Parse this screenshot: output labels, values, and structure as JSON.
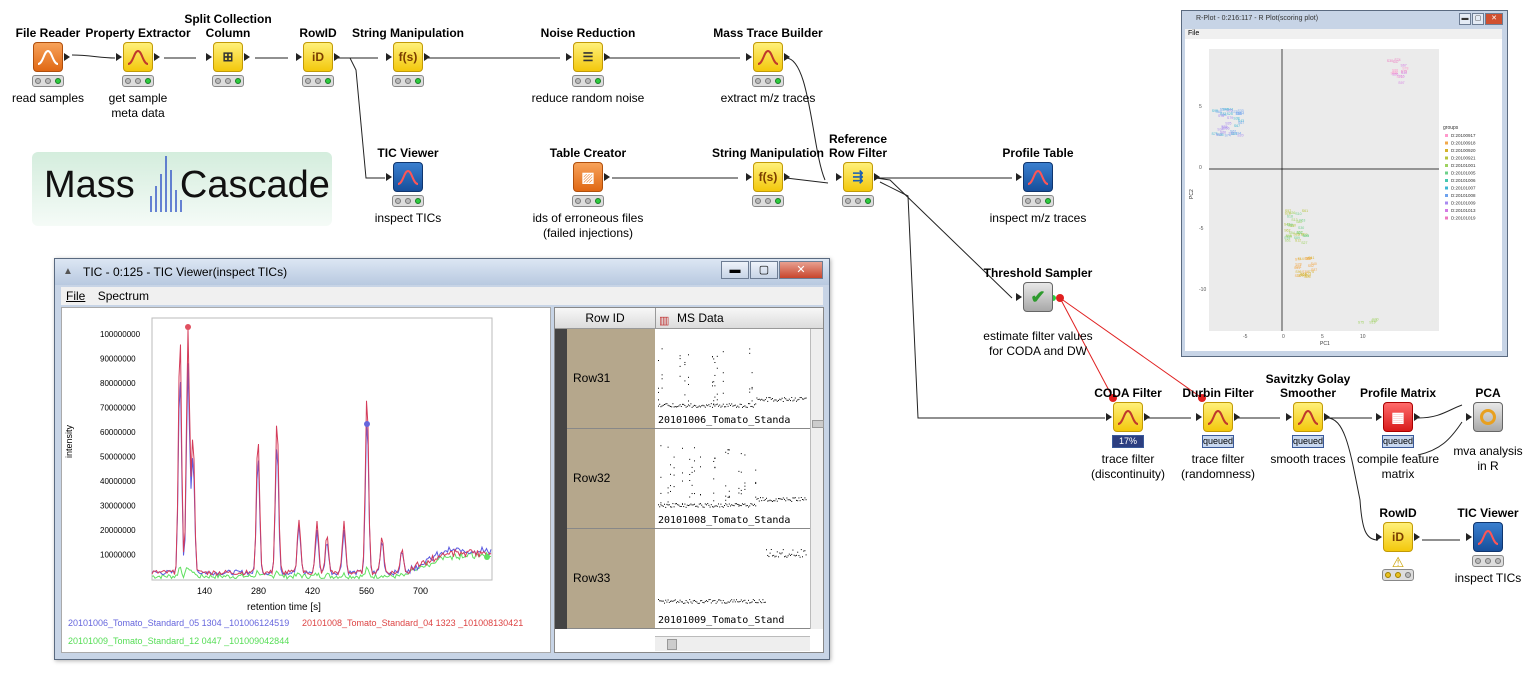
{
  "workflow": {
    "nodes": {
      "file_reader": {
        "title": "File Reader",
        "desc": "read samples"
      },
      "property_extractor": {
        "title": "Property Extractor",
        "desc": "get sample\nmeta data"
      },
      "split_collection": {
        "title": "Split Collection\nColumn",
        "desc": ""
      },
      "rowid_top": {
        "title": "RowID",
        "icon_text": "iD",
        "desc": ""
      },
      "string_manip_top": {
        "title": "String Manipulation",
        "icon_text": "f(s)",
        "desc": ""
      },
      "noise_reduction": {
        "title": "Noise Reduction",
        "desc": "reduce random noise"
      },
      "mass_trace_builder": {
        "title": "Mass Trace Builder",
        "desc": "extract m/z traces"
      },
      "tic_viewer_top": {
        "title": "TIC Viewer",
        "desc": "inspect TICs"
      },
      "table_creator": {
        "title": "Table Creator",
        "desc": "ids of erroneous files\n(failed injections)"
      },
      "string_manip_mid": {
        "title": "String Manipulation",
        "icon_text": "f(s)",
        "desc": ""
      },
      "reference_row_filter": {
        "title": "Reference\nRow Filter",
        "desc": ""
      },
      "profile_table": {
        "title": "Profile Table",
        "desc": "inspect m/z traces"
      },
      "threshold_sampler": {
        "title": "Threshold Sampler",
        "icon_text": "✔",
        "desc": "estimate filter values\nfor CODA and DW"
      },
      "coda_filter": {
        "title": "CODA Filter",
        "progress": "17%",
        "desc": "trace filter\n(discontinuity)"
      },
      "durbin_filter": {
        "title": "Durbin Filter",
        "progress": "queued",
        "desc": "trace filter\n(randomness)"
      },
      "savitzky_golay": {
        "title": "Savitzky Golay\nSmoother",
        "progress": "queued",
        "desc": "smooth traces"
      },
      "profile_matrix": {
        "title": "Profile Matrix",
        "progress": "queued",
        "desc": "compile feature\nmatrix"
      },
      "pca": {
        "title": "PCA",
        "desc": "mva analysis\nin R"
      },
      "rowid_bottom": {
        "title": "RowID",
        "icon_text": "iD",
        "warning": "⚠",
        "desc": ""
      },
      "tic_viewer_bottom": {
        "title": "TIC Viewer",
        "desc": "inspect TICs"
      }
    }
  },
  "logo": {
    "text_left": "Mass",
    "text_right": "Cascade"
  },
  "tic_window": {
    "title": "TIC - 0:125 - TIC Viewer(inspect TICs)",
    "menu": [
      "File",
      "Spectrum"
    ],
    "window_buttons": {
      "minimize": "▬",
      "maximize": "▢",
      "close": "✕"
    },
    "plot": {
      "ylabel": "intensity",
      "xlabel": "retention time [s]",
      "y_ticks": [
        "100000000",
        "90000000",
        "80000000",
        "70000000",
        "60000000",
        "50000000",
        "40000000",
        "30000000",
        "20000000",
        "10000000"
      ],
      "x_ticks": [
        "140",
        "280",
        "420",
        "560",
        "700"
      ],
      "legend": [
        {
          "text": "20101006_Tomato_Standard_05 1304 _101006124519",
          "color": "#6666dd"
        },
        {
          "text": "20101008_Tomato_Standard_04 1323 _101008130421",
          "color": "#dd4444"
        },
        {
          "text": "20101009_Tomato_Standard_12 0447 _101009042844",
          "color": "#55dd55"
        }
      ],
      "colors": {
        "blue": "#5a5ae0",
        "red": "#d43c5a",
        "green": "#5fe05f"
      }
    },
    "table": {
      "headers": [
        "Row ID",
        "MS Data"
      ],
      "rows": [
        {
          "id": "Row31",
          "label": "20101006_Tomato_Standa"
        },
        {
          "id": "Row32",
          "label": "20101008_Tomato_Standa"
        },
        {
          "id": "Row33",
          "label": "20101009_Tomato_Stand"
        }
      ]
    }
  },
  "rplot_window": {
    "title": "R-Plot - 0:216:117 - R Plot(scoring plot)",
    "menu": "File",
    "xlabel": "PC1",
    "ylabel": "PC2",
    "legend_title": "groups",
    "legend": [
      {
        "label": "D:20100917",
        "color": "#ff99cc"
      },
      {
        "label": "D:20100918",
        "color": "#f2a84a"
      },
      {
        "label": "D:20100920",
        "color": "#d6b22c"
      },
      {
        "label": "D:20100921",
        "color": "#b6c43c"
      },
      {
        "label": "D:20101001",
        "color": "#9ed260"
      },
      {
        "label": "D:20101005",
        "color": "#6ed08a"
      },
      {
        "label": "D:20101006",
        "color": "#46c8b0"
      },
      {
        "label": "D:20101007",
        "color": "#3cb6d4"
      },
      {
        "label": "D:20101008",
        "color": "#6ea2ee"
      },
      {
        "label": "D:20101009",
        "color": "#a88af0"
      },
      {
        "label": "D:20101013",
        "color": "#d47ae4"
      },
      {
        "label": "D:20101019",
        "color": "#ee78c0"
      }
    ],
    "x_ticks": [
      "-5",
      "0",
      "5",
      "10"
    ],
    "y_ticks": [
      "5",
      "0",
      "-5",
      "-10"
    ]
  }
}
